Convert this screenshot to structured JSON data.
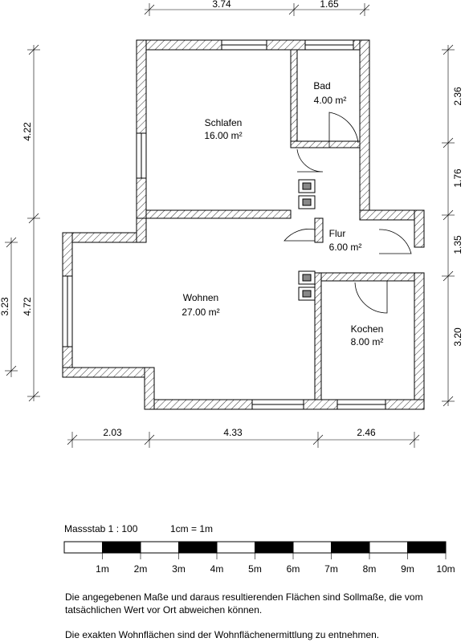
{
  "dimensions": {
    "top": [
      "3.74",
      "1.65"
    ],
    "bottom": [
      "2.03",
      "4.33",
      "2.46"
    ],
    "left_outer": "3.23",
    "left_inner": [
      "4.22",
      "4.72"
    ],
    "right": [
      "2.36",
      "1.76",
      "1.35",
      "3.20"
    ]
  },
  "rooms": {
    "schlafen": {
      "name": "Schlafen",
      "area": "16.00 m²"
    },
    "bad": {
      "name": "Bad",
      "area": "4.00 m²"
    },
    "flur": {
      "name": "Flur",
      "area": "6.00 m²"
    },
    "wohnen": {
      "name": "Wohnen",
      "area": "27.00 m²"
    },
    "kochen": {
      "name": "Kochen",
      "area": "8.00 m²"
    }
  },
  "scale": {
    "label": "Massstab 1 : 100",
    "unit_label": "1cm = 1m",
    "ticks": [
      "1m",
      "2m",
      "3m",
      "4m",
      "5m",
      "6m",
      "7m",
      "8m",
      "9m",
      "10m"
    ]
  },
  "notes": {
    "line1": "Die angegebenen Maße und daraus resultierenden Flächen sind Sollmaße, die vom tatsächlichen Wert vor Ort abweichen können.",
    "line2": "Die exakten Wohnflächen sind der Wohnflächenermittlung zu entnehmen."
  }
}
